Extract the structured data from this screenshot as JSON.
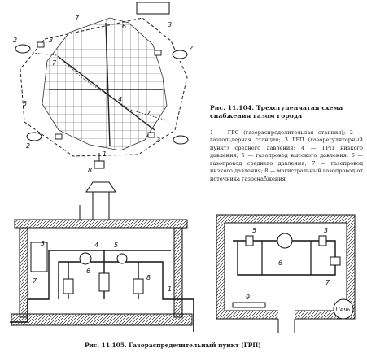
{
  "figure_104": {
    "title": "Рис. 11.104. Трехступенчатая схема снабжения газом города",
    "legend": "1 — ГРС (газораспределительная станция); 2 — газгольдерная станция; 3 ГРП (газорегуляторный пункт) среднего давления; 4 — ГРП низкого давления; 5 — газопровод высокого давления; 6 — газопровод среднего давления; 7 — газопровод низкого давления; 8 — магистральный газопровод от источника газоснабжения",
    "labels": {
      "l1": "1",
      "l2a": "2",
      "l2b": "2",
      "l2c": "2",
      "l3a": "3",
      "l3b": "3",
      "l3c": "3",
      "l4": "4",
      "l5": "5",
      "l6": "6",
      "l7a": "7",
      "l7b": "7",
      "l7c": "7",
      "l8": "8"
    }
  },
  "figure_105": {
    "title": "Рис. 11.105. Газораспределительный пункт (ГРП)",
    "labels": {
      "s1": "1",
      "s3": "3",
      "s4": "4",
      "s5": "5",
      "s6": "6",
      "s7": "7",
      "s8": "8",
      "p3": "3",
      "p5": "5",
      "p6": "6",
      "p7": "7",
      "p9": "9",
      "stove": "Печь"
    }
  }
}
